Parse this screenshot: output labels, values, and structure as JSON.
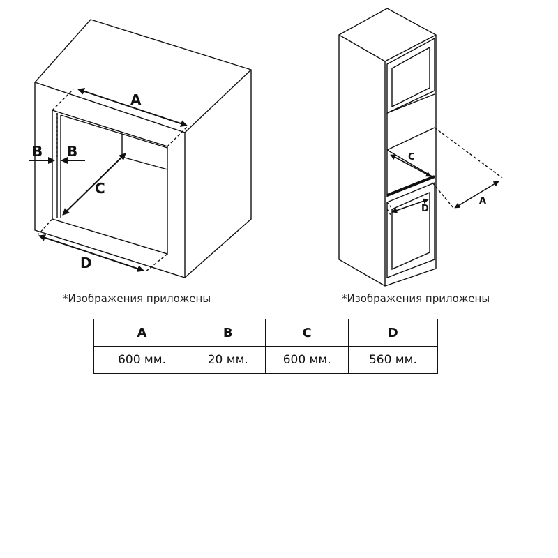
{
  "labels": {
    "a": "A",
    "b_left": "B",
    "b_right": "B",
    "c": "C",
    "d": "D",
    "tower_a": "A",
    "tower_c": "C",
    "tower_d": "D"
  },
  "captions": {
    "left": "*Изображения приложены",
    "right": "*Изображения приложены"
  },
  "table": {
    "headers": [
      "A",
      "B",
      "C",
      "D"
    ],
    "values": [
      "600 мм.",
      "20 мм.",
      "600 мм.",
      "560 мм."
    ]
  }
}
